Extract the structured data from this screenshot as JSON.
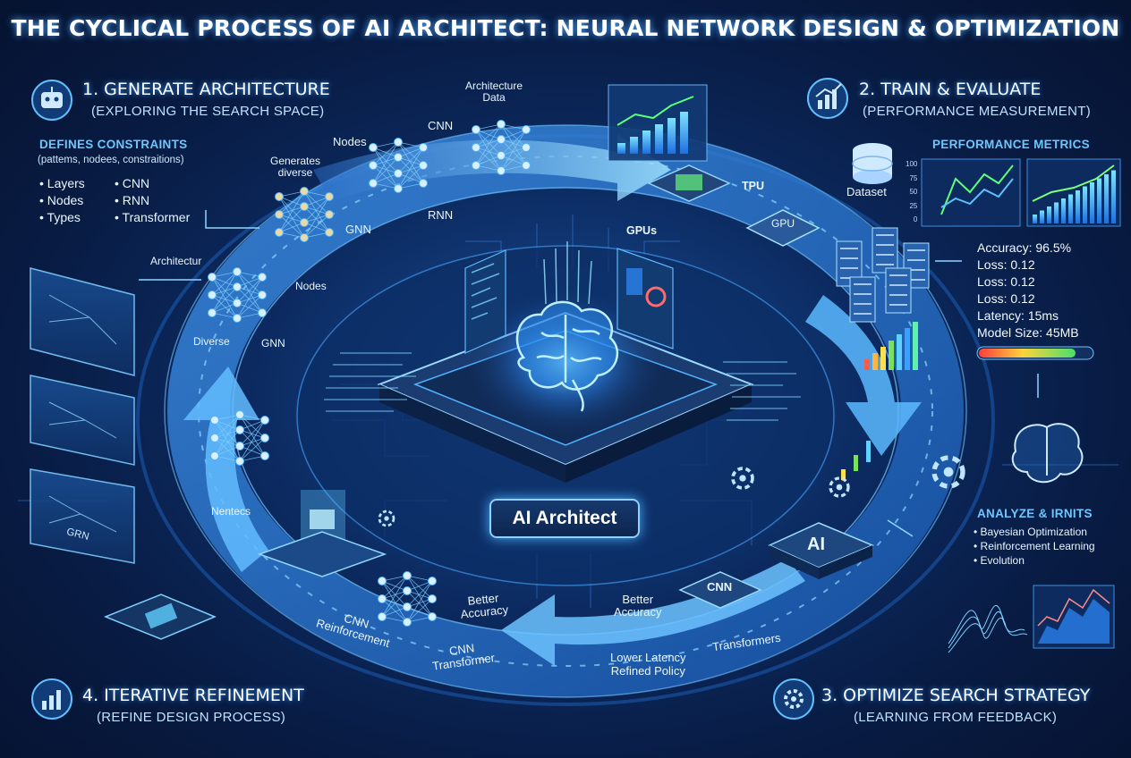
{
  "title": "THE CYCLICAL PROCESS OF AI ARCHITECT: NEURAL NETWORK DESIGN & OPTIMIZATION",
  "center_label": "AI Architect",
  "step1": {
    "title": "1. GENERATE ARCHITECTURE",
    "subtitle": "(EXPLORING THE SEARCH SPACE)",
    "constraints_heading": "DEFINES CONSTRAINTS",
    "constraints_sub": "(pattems, nodees, constraitions)",
    "list_left": [
      "• Layers",
      "• Nodes",
      "• Types"
    ],
    "list_right": [
      "• CNN",
      "• RNN",
      "• Transformer"
    ],
    "labels": {
      "architecture_data": "Architecture\nData",
      "cnn": "CNN",
      "nodes_top": "Nodes",
      "generates_diverse": "Generates\ndiverse",
      "rnn": "RNN",
      "gnn_top": "GNN",
      "architectur": "Architectur",
      "nodes_mid": "Nodes",
      "diverse": "Diverse",
      "gnn_mid": "GNN"
    }
  },
  "step2": {
    "title": "2. TRAIN & EVALUATE",
    "subtitle": "(PERFORMANCE MEASUREMENT)",
    "metrics_heading": "PERFORMANCE METRICS",
    "labels": {
      "tpu": "TPU",
      "gpus": "GPUs",
      "gpu_chip": "GPU",
      "dataset": "Dataset"
    },
    "metrics": [
      "Accuracy: 96.5%",
      "Loss: 0.12",
      "Loss: 0.12",
      "Loss: 0.12",
      "Latency: 15ms",
      "Model Size: 45MB"
    ],
    "chart_ticks": [
      "100",
      "75",
      "50",
      "25",
      "0"
    ]
  },
  "step3": {
    "title": "3. OPTIMIZE SEARCH STRATEGY",
    "subtitle": "(LEARNING FROM FEEDBACK)",
    "analyze_heading": "ANALYZE & IRNITS",
    "methods": [
      "• Bayesian Optimization",
      "• Reinforcement Learning",
      "• Evolution"
    ],
    "labels": {
      "ai_chip": "AI",
      "cnn_chip": "CNN",
      "better_accuracy": "Better\nAccuracy",
      "transformers": "Transformers",
      "lower_latency": "Lower Latency\nRefined Policy"
    }
  },
  "step4": {
    "title": "4. ITERATIVE REFINEMENT",
    "subtitle": "(REFINE DESIGN PROCESS)",
    "labels": {
      "nentecs": "Nentecs",
      "better_accuracy": "Better\nAccuracy",
      "cnn_reinforcement": "CNN\nReinforcement",
      "cnn_transformer": "CNN\nTransformer",
      "panel_gnn": "GRN"
    }
  },
  "colors": {
    "background": "#081b42",
    "ring": "#2f7fd6",
    "glow": "#5cc6ff",
    "accent_text": "#6cc7ff"
  }
}
